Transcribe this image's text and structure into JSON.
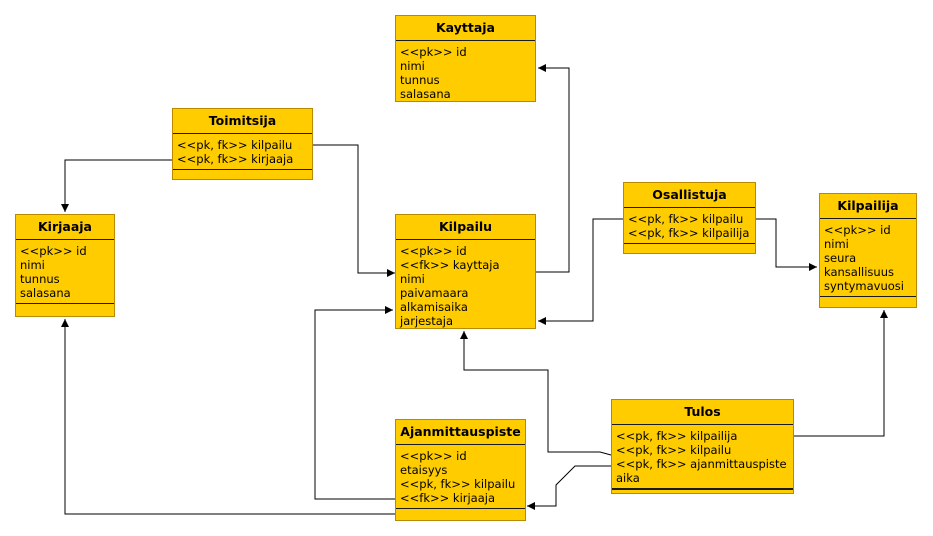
{
  "entities": {
    "kayttaja": {
      "name": "Kayttaja",
      "attrs": [
        "<<pk>> id",
        "nimi",
        "tunnus",
        "salasana"
      ]
    },
    "toimitsija": {
      "name": "Toimitsija",
      "attrs": [
        "<<pk, fk>> kilpailu",
        "<<pk, fk>> kirjaaja"
      ]
    },
    "kirjaaja": {
      "name": "Kirjaaja",
      "attrs": [
        "<<pk>> id",
        "nimi",
        "tunnus",
        "salasana"
      ]
    },
    "kilpailu": {
      "name": "Kilpailu",
      "attrs": [
        "<<pk>> id",
        "<<fk>> kayttaja",
        "nimi",
        "paivamaara",
        "alkamisaika",
        "jarjestaja"
      ]
    },
    "osallistuja": {
      "name": "Osallistuja",
      "attrs": [
        "<<pk, fk>> kilpailu",
        "<<pk, fk>> kilpailija"
      ]
    },
    "kilpailija": {
      "name": "Kilpailija",
      "attrs": [
        "<<pk>> id",
        "nimi",
        "seura",
        "kansallisuus",
        "syntymavuosi"
      ]
    },
    "ajanmittauspiste": {
      "name": "Ajanmittauspiste",
      "attrs": [
        "<<pk>> id",
        "etaisyys",
        "<<pk, fk>> kilpailu",
        "<<fk>> kirjaaja"
      ]
    },
    "tulos": {
      "name": "Tulos",
      "attrs": [
        "<<pk, fk>> kilpailija",
        "<<pk, fk>> kilpailu",
        "<<pk, fk>> ajanmittauspiste",
        "aika"
      ]
    }
  },
  "relations": [
    {
      "from": "kilpailu",
      "to": "kayttaja"
    },
    {
      "from": "toimitsija",
      "to": "kirjaaja"
    },
    {
      "from": "toimitsija",
      "to": "kilpailu"
    },
    {
      "from": "osallistuja",
      "to": "kilpailu"
    },
    {
      "from": "osallistuja",
      "to": "kilpailija"
    },
    {
      "from": "ajanmittauspiste",
      "to": "kilpailu"
    },
    {
      "from": "ajanmittauspiste",
      "to": "kirjaaja"
    },
    {
      "from": "tulos",
      "to": "kilpailu"
    },
    {
      "from": "tulos",
      "to": "kilpailija"
    },
    {
      "from": "tulos",
      "to": "ajanmittauspiste"
    }
  ]
}
